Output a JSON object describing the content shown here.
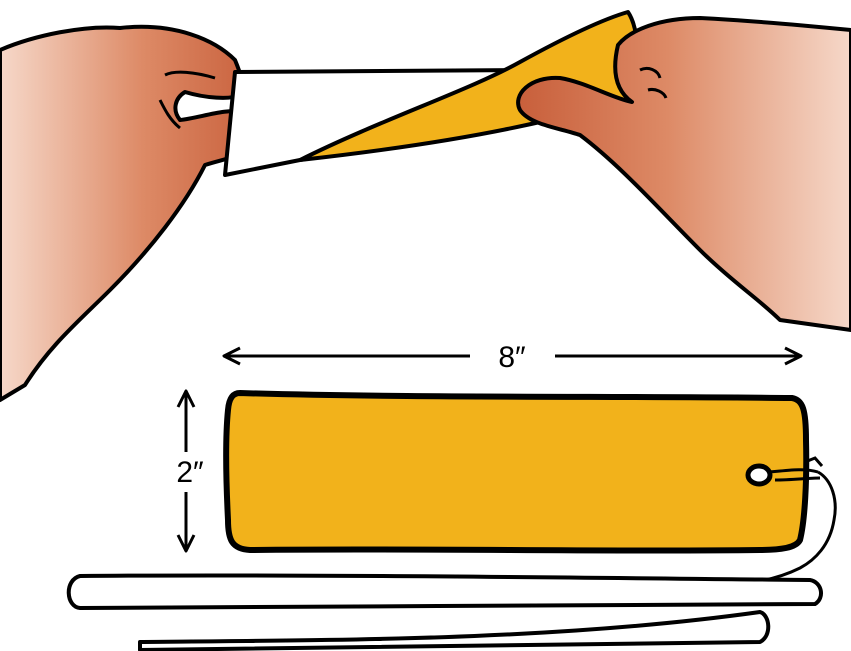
{
  "illustration": {
    "width_label": "8″",
    "height_label": "2″",
    "colors": {
      "outline": "#000000",
      "felt_yellow": "#f2b21b",
      "felt_white": "#ffffff",
      "skin_light": "#f6d8c9",
      "skin_dark": "#c85f3b",
      "background": "#ffffff"
    },
    "icons": [
      "hand-left",
      "hand-right",
      "stretched-felt-strip",
      "felt-rectangle",
      "eyelet-hole",
      "string",
      "double-arrow"
    ]
  }
}
